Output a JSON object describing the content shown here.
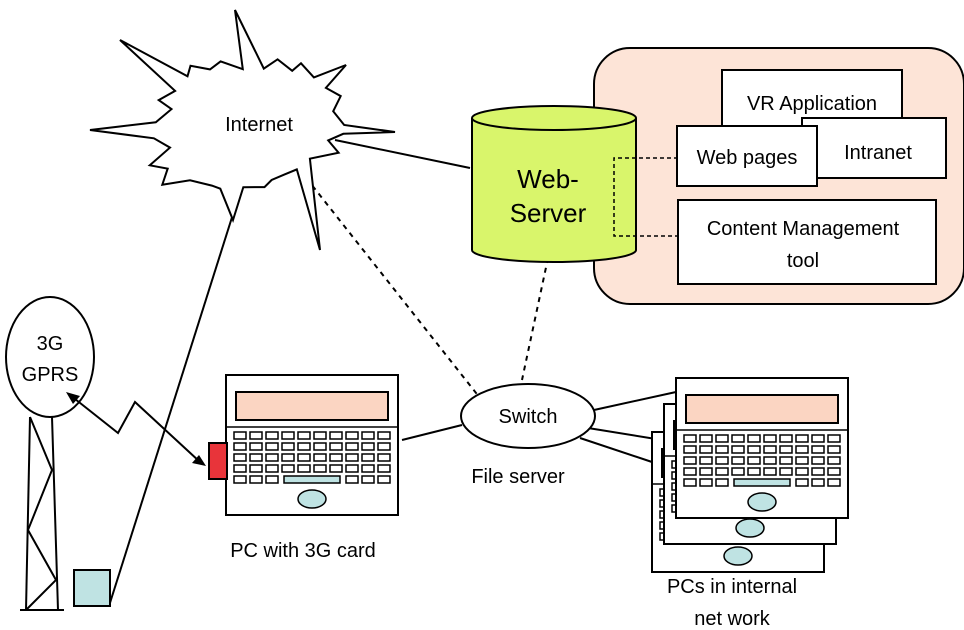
{
  "labels": {
    "internet": "Internet",
    "web_server_line1": "Web-",
    "web_server_line2": "Server",
    "vr_application": "VR Application",
    "intranet": "Intranet",
    "web_pages": "Web pages",
    "cms_line1": "Content Management",
    "cms_line2": "tool",
    "tower_line1": "3G",
    "tower_line2": "GPRS",
    "switch": "Switch",
    "file_server": "File server",
    "pc_3g": "PC with 3G card",
    "pcs_line1": "PCs in internal",
    "pcs_line2": "net work"
  },
  "colors": {
    "server_fill": "#d9f56b",
    "panel_fill": "#fde4d7",
    "screen_fill": "#fbd5c2",
    "card_fill": "#e8343a",
    "box_fill": "#bfe3e3",
    "stroke": "#000000"
  }
}
